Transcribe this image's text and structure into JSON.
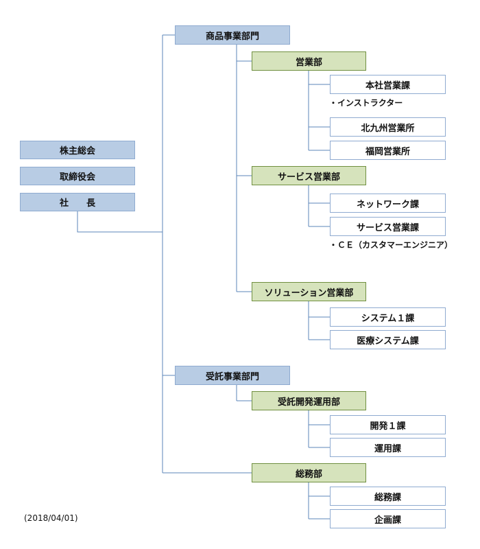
{
  "top": {
    "shareholders": "株主総会",
    "board": "取締役会",
    "president": "社　　長"
  },
  "divisions": {
    "product": "商品事業部門",
    "contract": "受託事業部門"
  },
  "departments": {
    "sales": "営業部",
    "service_sales": "サービス営業部",
    "solution_sales": "ソリューション営業部",
    "contract_dev": "受託開発運用部",
    "general_affairs": "総務部"
  },
  "sections": {
    "head_office_sales": "本社営業課",
    "kitakyushu_office": "北九州営業所",
    "fukuoka_office": "福岡営業所",
    "network": "ネットワーク課",
    "service_sales_section": "サービス営業課",
    "system1": "システム１課",
    "medical_system": "医療システム課",
    "dev1": "開発１課",
    "operations": "運用課",
    "general_affairs_section": "総務課",
    "planning": "企画課"
  },
  "notes": {
    "instructor": "・インストラクター",
    "ce": "・ＣＥ（カスタマーエンジニア）"
  },
  "date": "(2018/04/01)",
  "colors": {
    "line": "#5b84b8",
    "blue_box": "#b8cce4",
    "green_box": "#d6e3bc"
  }
}
